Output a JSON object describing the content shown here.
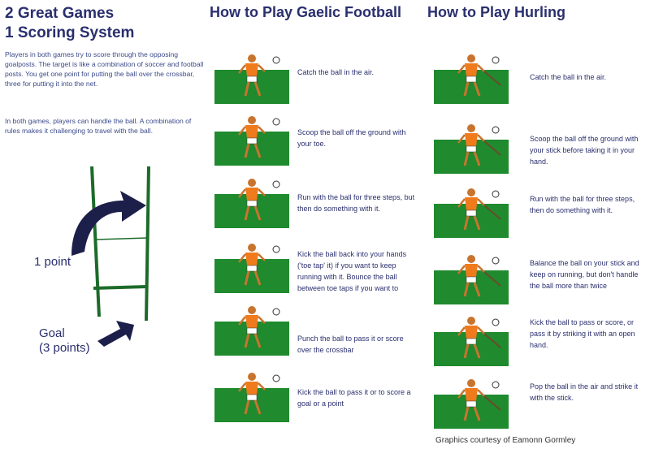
{
  "intro": {
    "title_line1": "2 Great Games",
    "title_line2": "1 Scoring System",
    "paragraph1": "Players in both games try to score through the opposing goalposts. The target is like a combination of soccer and football posts. You get one point for putting the ball over the crossbar, three for putting it into the net.",
    "paragraph2": "In both games, players can handle the ball. A combination of rules makes it challenging to travel with the ball."
  },
  "diagram": {
    "point_label": "1 point",
    "goal_label_line1": "Goal",
    "goal_label_line2": "(3 points)"
  },
  "gaelic": {
    "heading": "How to Play Gaelic Football",
    "steps": [
      {
        "text": "Catch the ball in the air."
      },
      {
        "text": "Scoop the ball off the ground with your toe."
      },
      {
        "text": "Run with the ball for three steps, but then do something with it."
      },
      {
        "text": "Kick the ball back into your hands ('toe tap' it) if you want to keep running with it. Bounce the ball between toe taps if you want to"
      },
      {
        "text": "Punch the ball to pass it or score over the crossbar"
      },
      {
        "text": "Kick the ball to pass it or to score a goal or a point"
      }
    ]
  },
  "hurling": {
    "heading": "How to Play Hurling",
    "steps": [
      {
        "text": "Catch the ball in the air."
      },
      {
        "text": "Scoop the ball off the ground with your stick before taking it in your hand."
      },
      {
        "text": "Run with the ball for three steps, then do something with it."
      },
      {
        "text": "Balance the ball on your stick and keep on running, but don't handle the ball more than twice"
      },
      {
        "text": "Kick the ball to pass or score, or pass it by striking it with an open hand."
      },
      {
        "text": "Pop the ball in the air and strike it with the stick."
      }
    ]
  },
  "credit": "Graphics courtesy of Eamonn Gormley",
  "colors": {
    "title": "#2a2f6e",
    "grass": "#1f8a2e",
    "jersey": "#f07b1d",
    "post": "#1c6b2a",
    "arrow": "#1c1f4a"
  }
}
